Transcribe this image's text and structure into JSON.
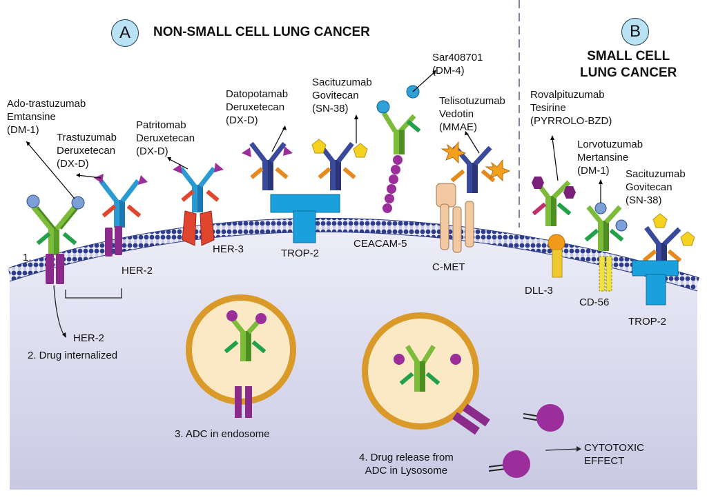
{
  "panel_a": {
    "letter": "A",
    "title": "NON-SMALL CELL LUNG CANCER"
  },
  "panel_b": {
    "letter": "B",
    "title": "SMALL CELL\nLUNG CANCER"
  },
  "drugs": {
    "ado_trastuzumab": "Ado-trastuzumab\nEmtansine\n(DM-1)",
    "trastuzumab_dxd": "Trastuzumab\nDeruxetecan\n(DX-D)",
    "patritumab": "Patritomab\nDeruxetecan\n(DX-D)",
    "datopotamab": "Datopotamab\nDeruxetecan\n(DX-D)",
    "sacituzumab_a": "Sacituzumab\nGovitecan\n(SN-38)",
    "sar408701": "Sar408701\n(DM-4)",
    "telisotuzumab": "Telisotuzumab\nVedotin\n(MMAE)",
    "rovalpituzumab": "Rovalpituzumab\nTesirine\n(PYRROLO-BZD)",
    "lorvotuzumab": "Lorvotuzumab\nMertansine\n(DM-1)",
    "sacituzumab_b": "Sacituzumab\nGovitecan\n(SN-38)"
  },
  "receptors": {
    "her3": "HER-3",
    "trop2_a": "TROP-2",
    "ceacam5": "CEACAM-5",
    "cmet": "C-MET",
    "dll3": "DLL-3",
    "cd56": "CD-56",
    "trop2_b": "TROP-2",
    "her2": "HER-2"
  },
  "steps": {
    "step1": "1.",
    "her2_internal": "HER-2",
    "step2": "2. Drug internalized",
    "step3": "3. ADC in endosome",
    "step4": "4. Drug release from\nADC in Lysosome",
    "cytotoxic": "CYTOTOXIC\nEFFECT"
  },
  "colors": {
    "cytoplasm": "#dcdcf0",
    "membrane_head": "#2e3c8a",
    "her2_purple": "#8a2a8a",
    "trop2_blue": "#1aa0dc",
    "her3_red": "#e0452e",
    "vesicle_fill": "#fbe9c6",
    "vesicle_ring": "#d99a2a",
    "payload_purple": "#9b2e9b"
  }
}
